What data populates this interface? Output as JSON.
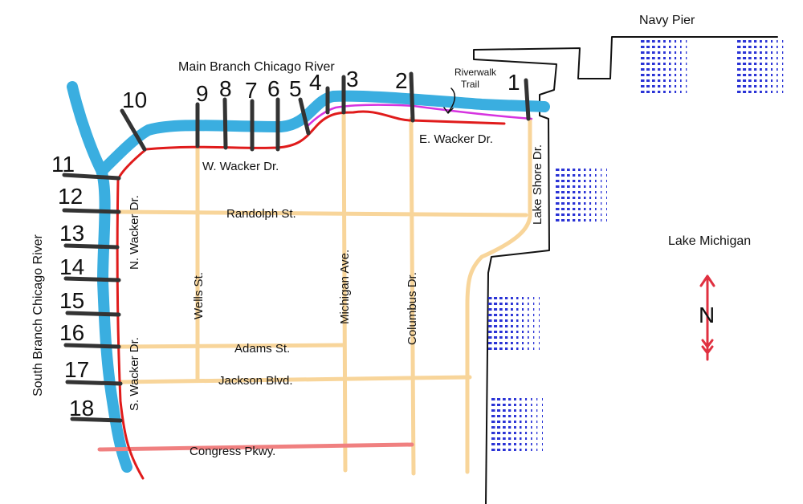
{
  "colors": {
    "river": "#3aaee0",
    "street": "#f8d59a",
    "wacker_route": "#e01b1b",
    "riverwalk_route": "#d633e0",
    "congress": "#f08080",
    "bridge": "#333333",
    "shore": "#111111",
    "piers": "#2a33d6",
    "north_arrow": "#e03040"
  },
  "labels": {
    "main_branch": "Main Branch Chicago River",
    "south_branch": "South Branch Chicago River",
    "navy_pier": "Navy Pier",
    "lake": "Lake Michigan",
    "riverwalk_line1": "Riverwalk",
    "riverwalk_line2": "Trail",
    "north": "N"
  },
  "streets": {
    "w_wacker": "W. Wacker Dr.",
    "e_wacker": "E. Wacker Dr.",
    "n_wacker": "N. Wacker Dr.",
    "s_wacker": "S. Wacker Dr.",
    "randolph": "Randolph St.",
    "adams": "Adams St.",
    "jackson": "Jackson Blvd.",
    "congress": "Congress Pkwy.",
    "wells": "Wells St.",
    "michigan": "Michigan Ave.",
    "columbus": "Columbus Dr.",
    "lake_shore": "Lake Shore Dr."
  },
  "bridges": [
    "1",
    "2",
    "3",
    "4",
    "5",
    "6",
    "7",
    "8",
    "9",
    "10",
    "11",
    "12",
    "13",
    "14",
    "15",
    "16",
    "17",
    "18"
  ]
}
